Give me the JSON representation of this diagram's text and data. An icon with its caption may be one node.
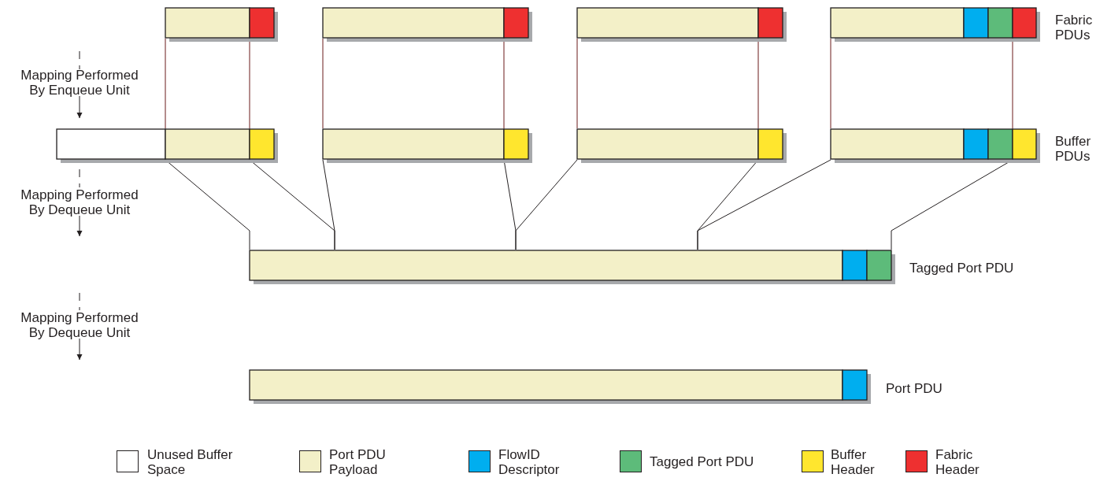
{
  "diagram": {
    "nodes": [
      {
        "text": [],
        "shape": "bar"
      },
      {
        "text": [],
        "shape": "bar"
      },
      {
        "text": [],
        "shape": "bar"
      },
      {
        "text": [],
        "shape": "bar"
      },
      {
        "text": [],
        "shape": "bar"
      },
      {
        "text": [],
        "shape": "bar"
      },
      {
        "text": [],
        "shape": "bar"
      },
      {
        "text": [],
        "shape": "bar"
      },
      {
        "text": [],
        "shape": "bar"
      },
      {
        "text": [],
        "shape": "bar"
      }
    ],
    "edges": [
      {
        "from": 0,
        "to": 4,
        "arrow": "none",
        "color": "#6b1a1a"
      },
      {
        "from": 0,
        "to": 4,
        "arrow": "none",
        "color": "#6b1a1a"
      },
      {
        "from": 1,
        "to": 5,
        "arrow": "none",
        "color": "#6b1a1a"
      },
      {
        "from": 1,
        "to": 5,
        "arrow": "none",
        "color": "#6b1a1a"
      },
      {
        "from": 2,
        "to": 6,
        "arrow": "none",
        "color": "#6b1a1a"
      },
      {
        "from": 2,
        "to": 6,
        "arrow": "none",
        "color": "#6b1a1a"
      },
      {
        "from": 3,
        "to": 7,
        "arrow": "none",
        "color": "#6b1a1a"
      },
      {
        "from": 3,
        "to": 7,
        "arrow": "none",
        "color": "#6b1a1a"
      },
      {
        "from": 4,
        "to": 8,
        "arrow": "none"
      },
      {
        "from": 4,
        "to": 8,
        "arrow": "none"
      },
      {
        "from": 5,
        "to": 8,
        "arrow": "none"
      },
      {
        "from": 5,
        "to": 8,
        "arrow": "none"
      },
      {
        "from": 6,
        "to": 8,
        "arrow": "none"
      },
      {
        "from": 6,
        "to": 8,
        "arrow": "none"
      },
      {
        "from": 7,
        "to": 8,
        "arrow": "none"
      },
      {
        "from": 7,
        "to": 8,
        "arrow": "none"
      }
    ],
    "labels": [
      "Fabric PDUs",
      "Mapping Performed By Enqueue Unit",
      "Buffer PDUs",
      "Mapping Performed By Dequeue Unit",
      "Tagged Port PDU",
      "Mapping Performed By Dequeue Unit",
      "Port PDU"
    ],
    "legend": [
      {
        "text": "Unused Buffer Space",
        "color": "#ffffff"
      },
      {
        "text": "Port PDU Payload",
        "color": "#f3f0c8"
      },
      {
        "text": "FlowID Descriptor",
        "color": "#00aeef"
      },
      {
        "text": "Tagged Port PDU",
        "color": "#5dbb7a"
      },
      {
        "text": "Buffer Header",
        "color": "#ffe62e"
      },
      {
        "text": "Fabric Header",
        "color": "#ee3030"
      }
    ]
  }
}
